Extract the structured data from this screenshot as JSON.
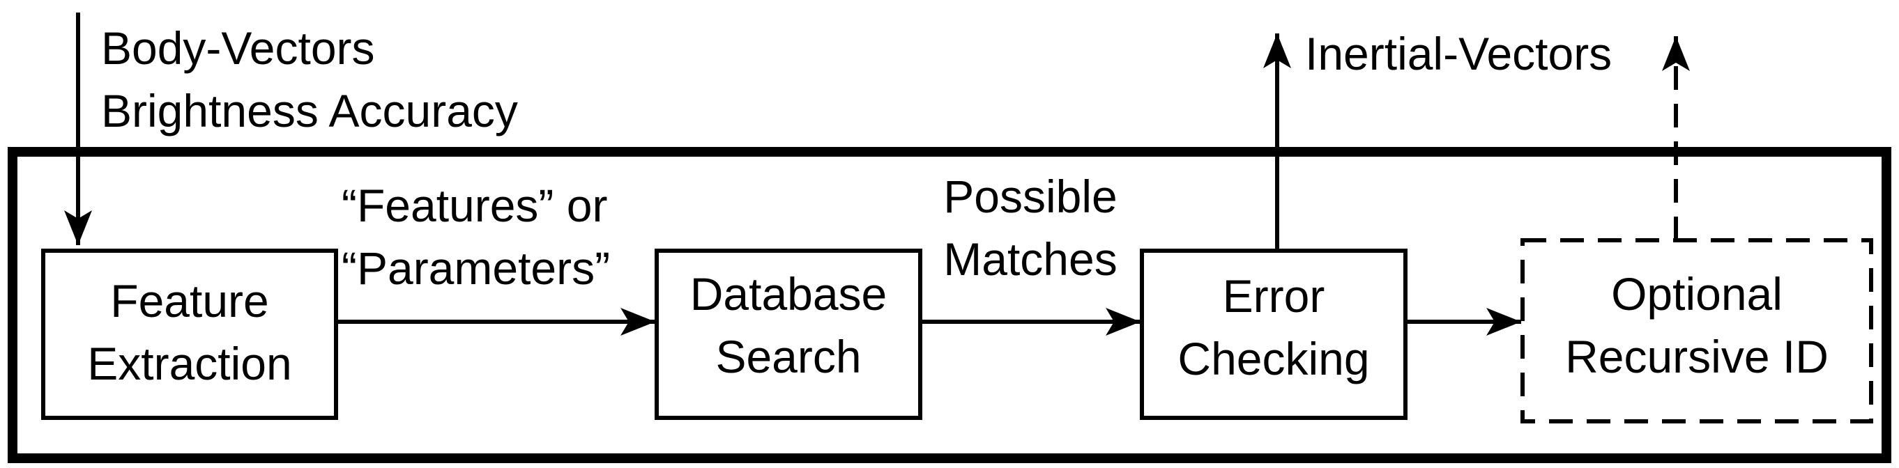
{
  "input": {
    "line1": "Body-Vectors",
    "line2": "Brightness Accuracy"
  },
  "output_label": "Inertial-Vectors",
  "edges": {
    "features_line1": "“Features” or",
    "features_line2": "“Parameters”",
    "matches_line1": "Possible",
    "matches_line2": "Matches"
  },
  "blocks": {
    "feature_extraction": [
      "Feature",
      "Extraction"
    ],
    "database_search": [
      "Database",
      "Search"
    ],
    "error_checking": [
      "Error",
      "Checking"
    ],
    "optional_recursive_id": [
      "Optional",
      "Recursive ID"
    ]
  },
  "colors": {
    "stroke": "#000000",
    "background": "#ffffff"
  }
}
